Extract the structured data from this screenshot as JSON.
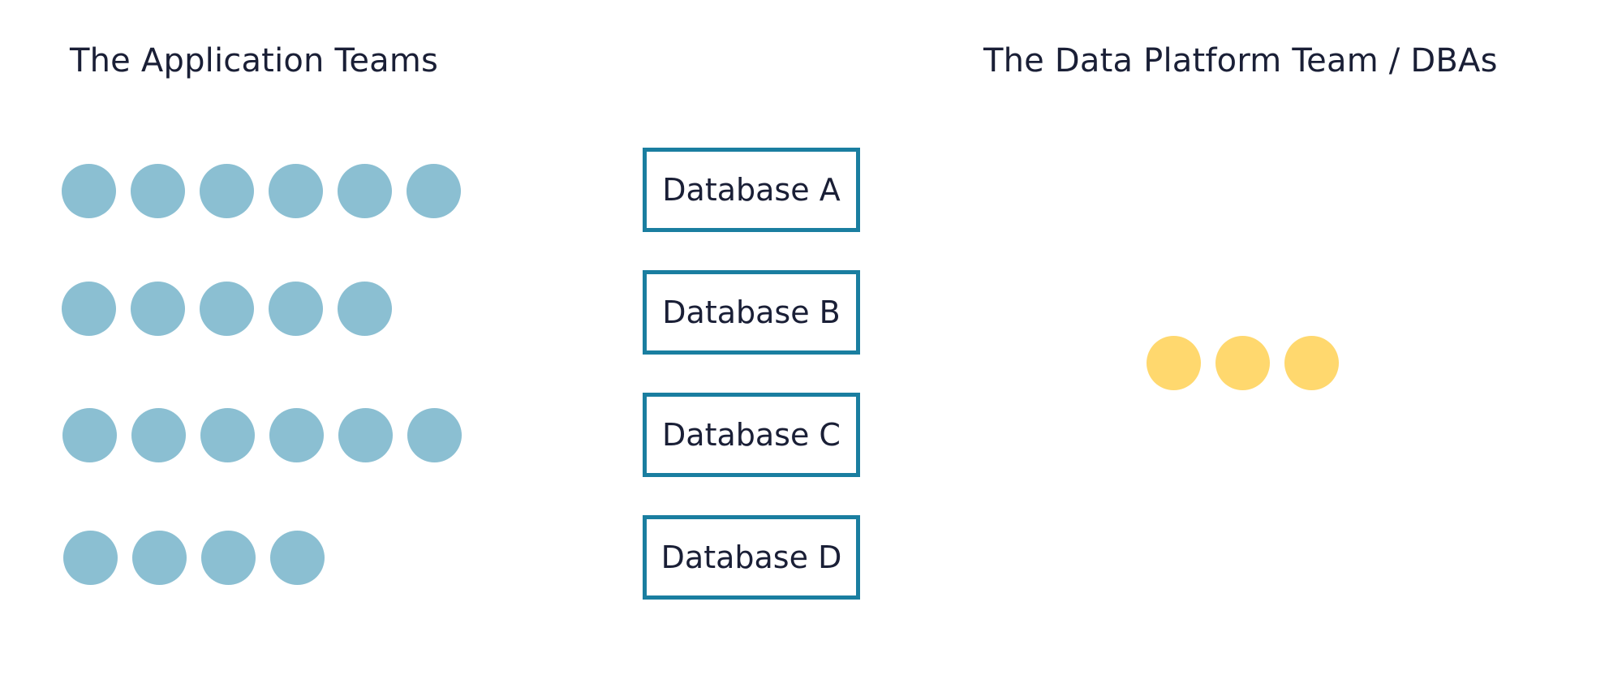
{
  "left_column": {
    "title": "The Application Teams",
    "rows": [
      {
        "member_count": 6
      },
      {
        "member_count": 5
      },
      {
        "member_count": 6
      },
      {
        "member_count": 4
      }
    ]
  },
  "databases": [
    {
      "label": "Database A"
    },
    {
      "label": "Database B"
    },
    {
      "label": "Database C"
    },
    {
      "label": "Database D"
    }
  ],
  "right_column": {
    "title": "The Data Platform Team / DBAs",
    "member_count": 3
  },
  "colors": {
    "app_team_member": "#8bbfd2",
    "platform_member": "#ffd86e",
    "database_border": "#1a7ea0",
    "text": "#1a1f36"
  }
}
